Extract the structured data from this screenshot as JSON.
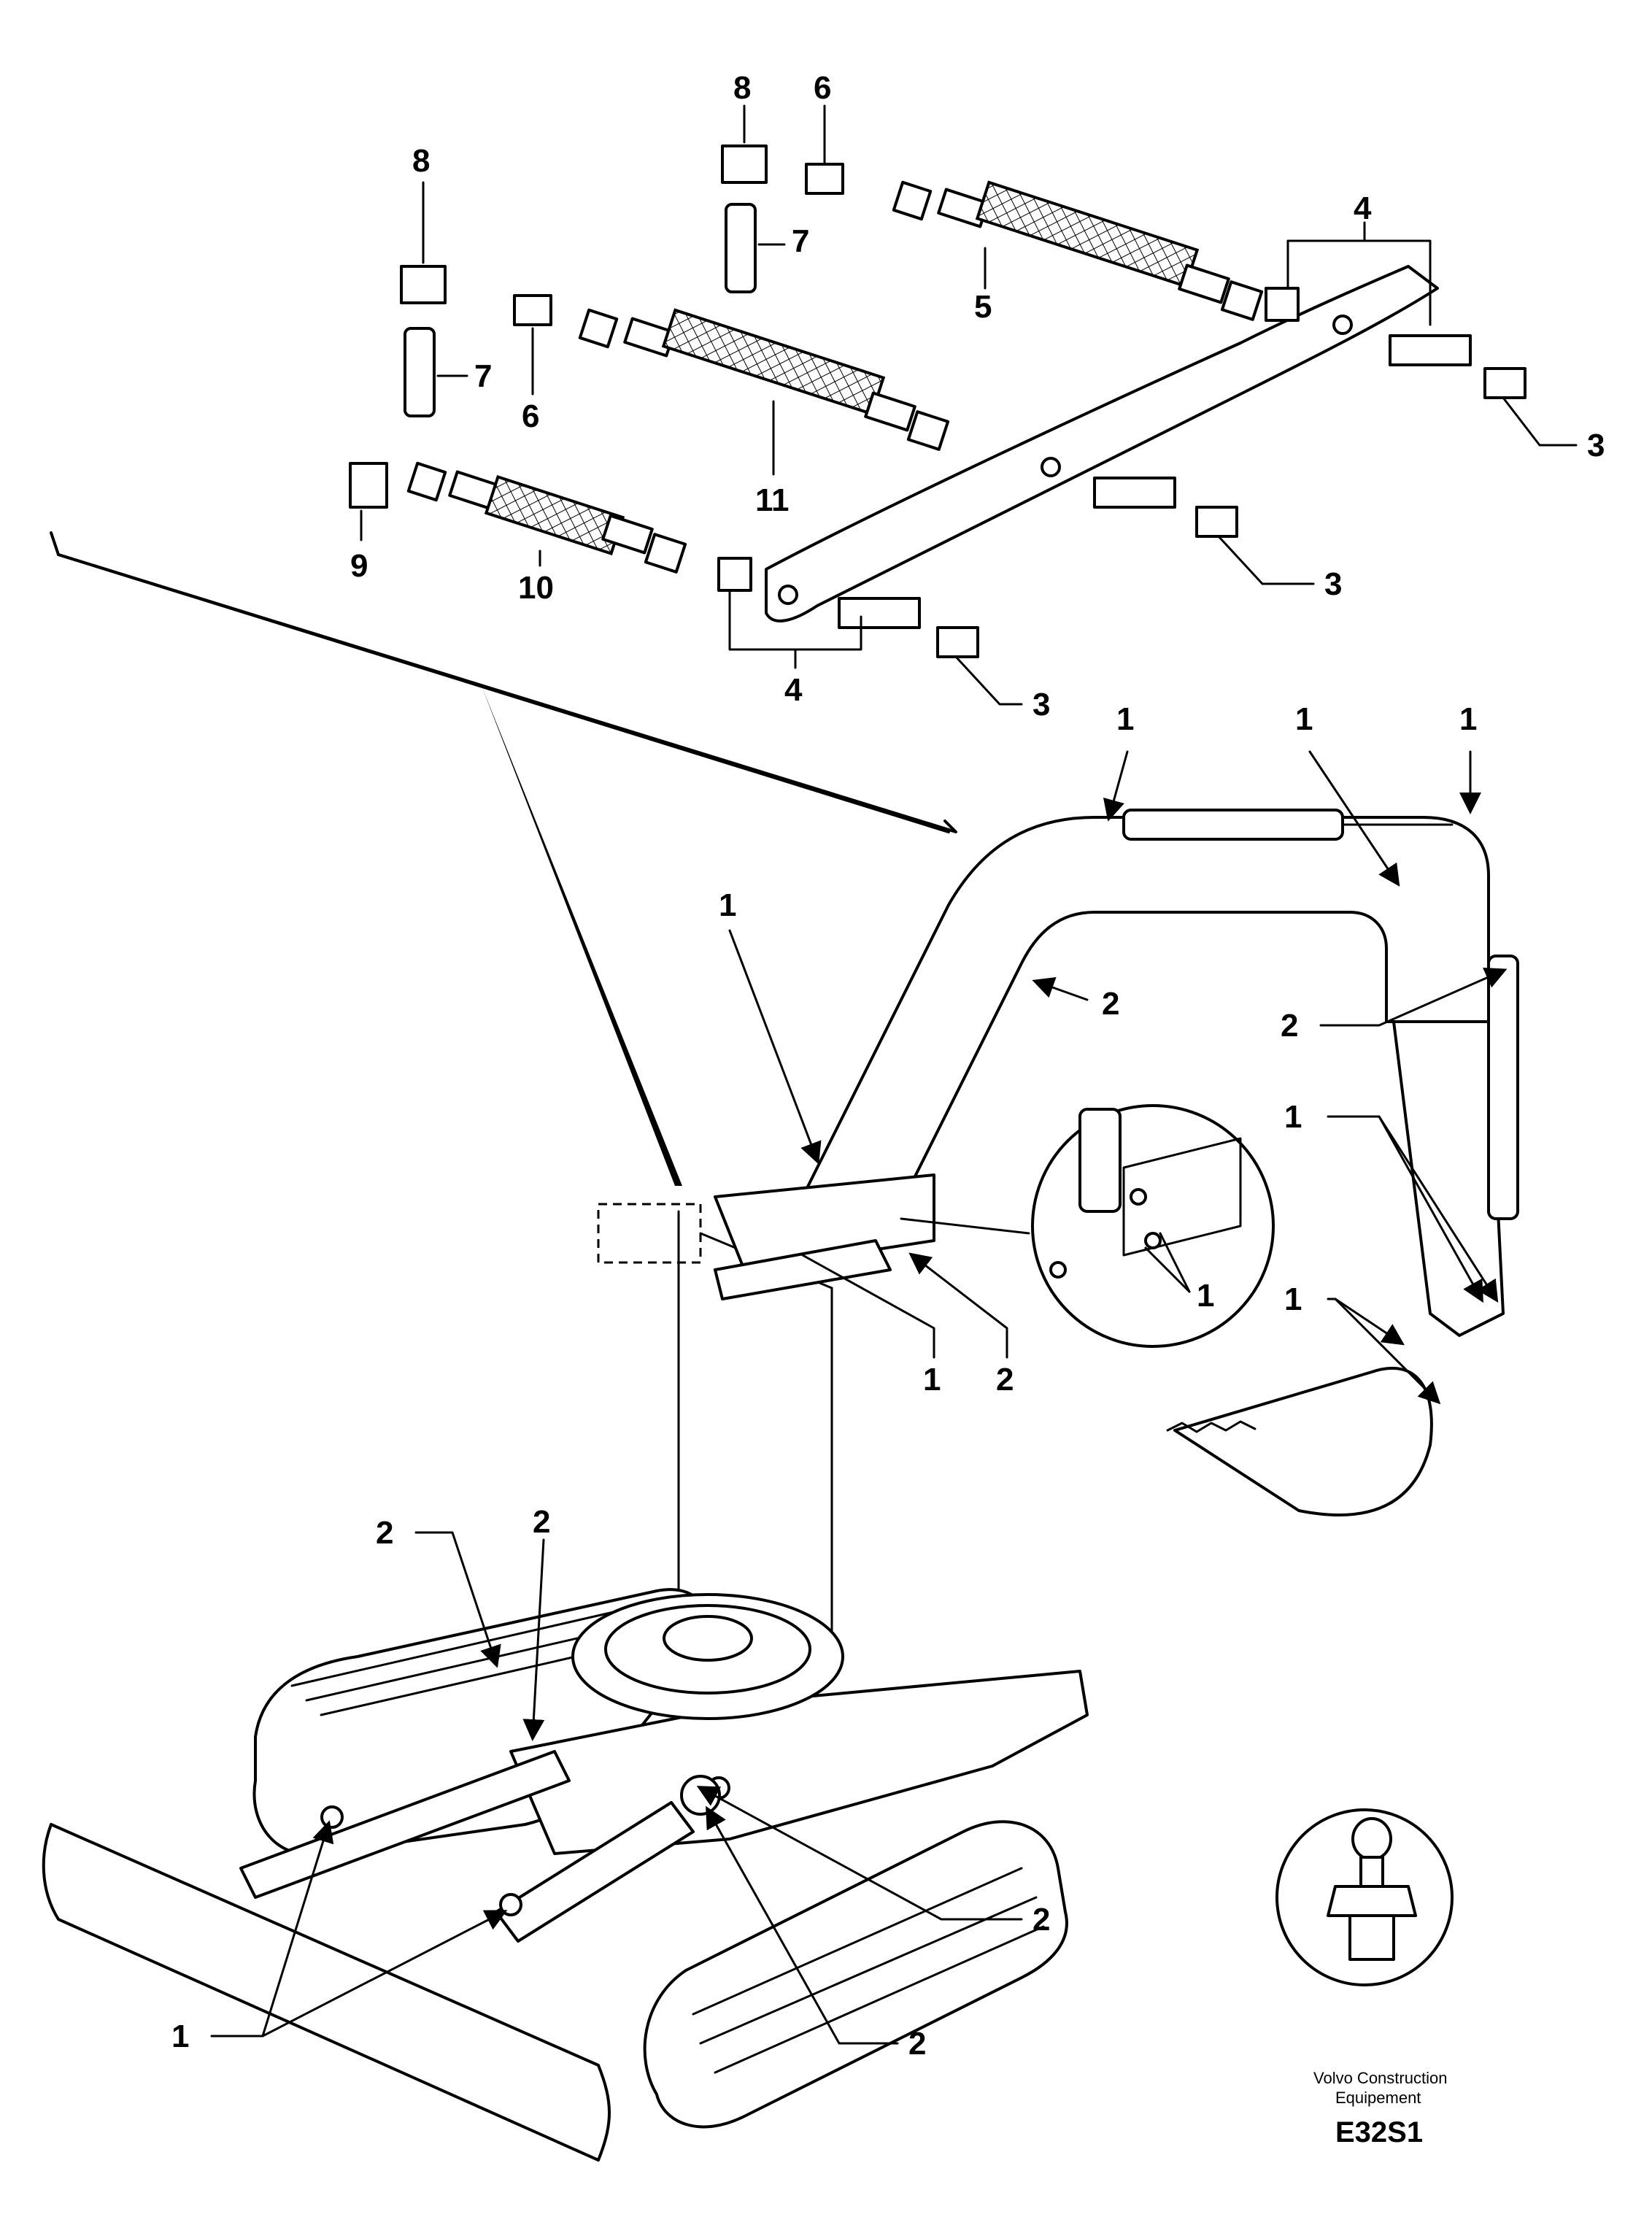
{
  "callouts": {
    "c1": "1",
    "c2": "2",
    "c3": "3",
    "c4": "4",
    "c5": "5",
    "c6": "6",
    "c7": "7",
    "c8": "8",
    "c9": "9",
    "c10": "10",
    "c11": "11"
  },
  "footer": {
    "maker_line1": "Volvo Construction",
    "maker_line2": "Equipement",
    "drawing_code": "E32S1"
  }
}
